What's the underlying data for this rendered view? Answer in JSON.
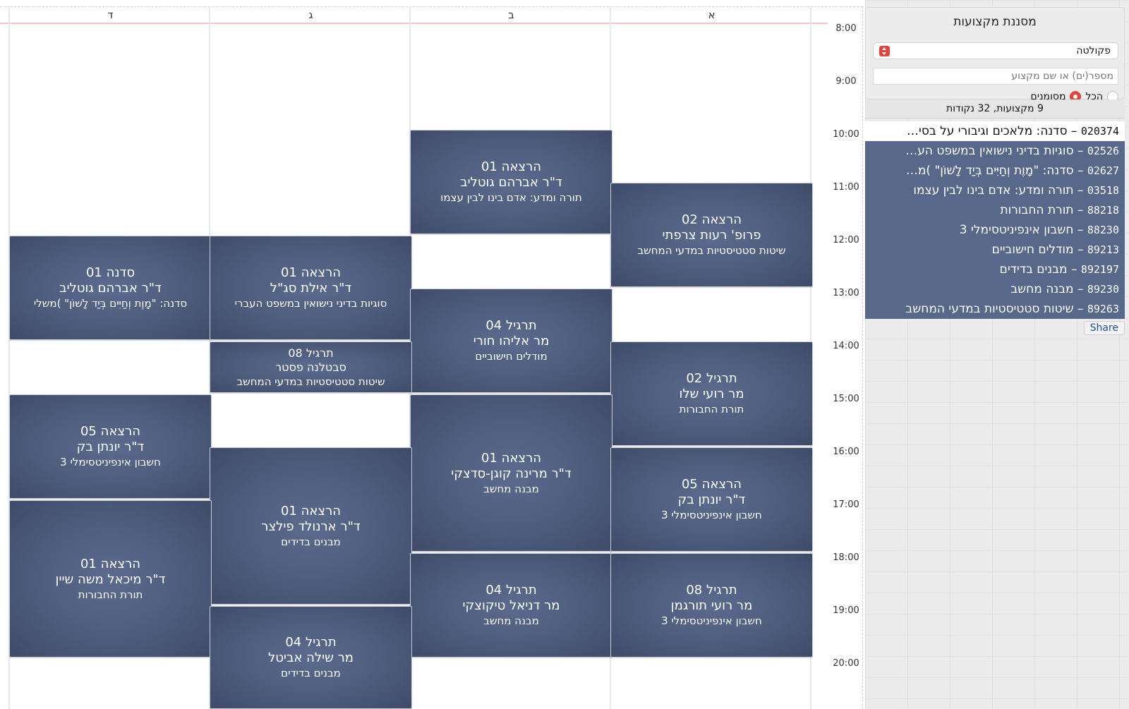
{
  "days": [
    "ד",
    "ג",
    "ב",
    "א"
  ],
  "hours": [
    "8:00",
    "9:00",
    "10:00",
    "11:00",
    "12:00",
    "13:00",
    "14:00",
    "15:00",
    "16:00",
    "17:00",
    "18:00",
    "19:00",
    "20:00"
  ],
  "events": [
    {
      "day": "ב",
      "start": 10,
      "end": 12,
      "title": "הרצאה 01",
      "lecturer": "ד\"ר אברהם גוטליב",
      "course": "תורה ומדע: אדם בינו לבין עצמו"
    },
    {
      "day": "א",
      "start": 11,
      "end": 13,
      "title": "הרצאה 02",
      "lecturer": "פרופ' רעות צרפתי",
      "course": "שיטות סטטיסטיות במדעי המחשב"
    },
    {
      "day": "ד",
      "start": 12,
      "end": 14,
      "title": "סדנה 01",
      "lecturer": "ד\"ר אברהם גוטליב",
      "course": "סדנה: \"מָוֶת וְחַיִּים בְּיַד לָשׁוֹן\" )משלי"
    },
    {
      "day": "ג",
      "start": 12,
      "end": 14,
      "title": "הרצאה 01",
      "lecturer": "ד\"ר אילת סג\"ל",
      "course": "סוגיות בדיני נישואין במשפט העברי"
    },
    {
      "day": "ב",
      "start": 13,
      "end": 15,
      "title": "תרגיל 04",
      "lecturer": "מר אליהו חורי",
      "course": "מודלים חישוביים"
    },
    {
      "day": "ג",
      "start": 14,
      "end": 15,
      "title": "תרגיל 08",
      "lecturer": "סבטלנה פסטר",
      "course": "שיטות סטטיסטיות במדעי המחשב",
      "small": true
    },
    {
      "day": "א",
      "start": 14,
      "end": 16,
      "title": "תרגיל 02",
      "lecturer": "מר רועי שלו",
      "course": "תורת החבורות"
    },
    {
      "day": "ד",
      "start": 15,
      "end": 17,
      "title": "הרצאה 05",
      "lecturer": "ד\"ר יונתן בק",
      "course": "חשבון אינפיניטסימלי 3"
    },
    {
      "day": "ב",
      "start": 15,
      "end": 18,
      "title": "הרצאה 01",
      "lecturer": "ד\"ר מרינה קוגן-סדצקי",
      "course": "מבנה מחשב"
    },
    {
      "day": "ג",
      "start": 16,
      "end": 19,
      "title": "הרצאה 01",
      "lecturer": "ד\"ר ארנולד פילצר",
      "course": "מבנים בדידים"
    },
    {
      "day": "א",
      "start": 16,
      "end": 18,
      "title": "הרצאה 05",
      "lecturer": "ד\"ר יונתן בק",
      "course": "חשבון אינפיניטסימלי 3"
    },
    {
      "day": "ד",
      "start": 17,
      "end": 20,
      "title": "הרצאה 01",
      "lecturer": "ד\"ר מיכאל משה שיין",
      "course": "תורת החבורות"
    },
    {
      "day": "ב",
      "start": 18,
      "end": 20,
      "title": "תרגיל 04",
      "lecturer": "מר דניאל טיקוצקי",
      "course": "מבנה מחשב"
    },
    {
      "day": "א",
      "start": 18,
      "end": 20,
      "title": "תרגיל 08",
      "lecturer": "מר רועי תורגמן",
      "course": "חשבון אינפיניטסימלי 3"
    },
    {
      "day": "ג",
      "start": 19,
      "end": 21,
      "title": "תרגיל 04",
      "lecturer": "מר שילה אביטל",
      "course": "מבנים בדידים"
    }
  ],
  "sidebar": {
    "panel_title": "מסננת מקצועות",
    "faculty_select": "פקולטה",
    "search_placeholder": "מספר(ים) או שם מקצוע",
    "radio_all": "הכל",
    "radio_marked": "מסומנים",
    "radio_selected": "מסומנים",
    "summary": "9 מקצועות, 32 נקודות",
    "share": "Share",
    "courses": [
      {
        "num": "020374",
        "name": "סדנה: מלאכים וגיבורי על בסי…",
        "selected": false
      },
      {
        "num": "02526",
        "name": "סוגיות בדיני נישואין במשפט הע…",
        "selected": true
      },
      {
        "num": "02627",
        "name": "סדנה: \"מָוֶת וְחַיִּים בְּיַד לָשׁוֹן\" )מ…",
        "selected": true
      },
      {
        "num": "03518",
        "name": "תורה ומדע: אדם בינו לבין עצמו",
        "selected": true
      },
      {
        "num": "88218",
        "name": "תורת החבורות",
        "selected": true
      },
      {
        "num": "88230",
        "name": "חשבון אינפיניטסימלי 3",
        "selected": true
      },
      {
        "num": "89213",
        "name": "מודלים חישוביים",
        "selected": true
      },
      {
        "num": "892197",
        "name": "מבנים בדידים",
        "selected": true
      },
      {
        "num": "89230",
        "name": "מבנה מחשב",
        "selected": true
      },
      {
        "num": "89263",
        "name": "שיטות סטטיסטיות במדעי המחשב",
        "selected": true
      }
    ]
  }
}
